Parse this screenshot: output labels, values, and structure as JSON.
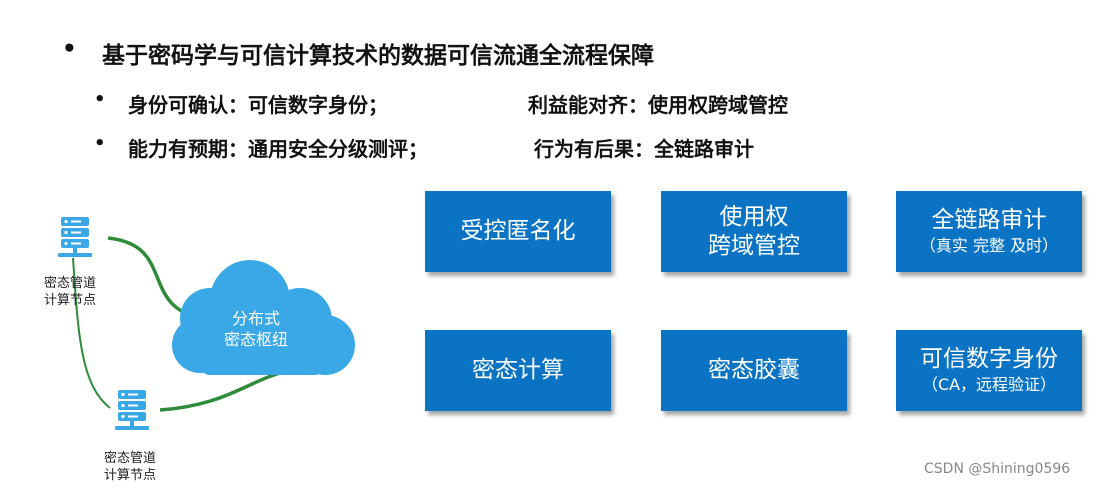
{
  "heading": {
    "bullet": "•",
    "text": "基于密码学与可信计算技术的数据可信流通全流程保障"
  },
  "points": [
    {
      "bullet": "•",
      "left": "身份可确认：可信数字身份；",
      "right": "利益能对齐：使用权跨域管控"
    },
    {
      "bullet": "•",
      "left": "能力有预期：通用安全分级测评；",
      "right": "行为有后果：全链路审计"
    }
  ],
  "diagram": {
    "node_top_label": [
      "密态管道",
      "计算节点"
    ],
    "node_bottom_label": [
      "密态管道",
      "计算节点"
    ],
    "cloud_label": [
      "分布式",
      "密态枢纽"
    ],
    "node_icon": "server-icon",
    "cloud_icon": "cloud-icon",
    "colors": {
      "server": "#3aa7e6",
      "cloud": "#3aa7e6",
      "link": "#2e8b3a",
      "box": "#0a73c4"
    }
  },
  "boxes": [
    {
      "line1": "受控匿名化",
      "line2": "",
      "note": ""
    },
    {
      "line1": "使用权",
      "line2": "跨域管控",
      "note": ""
    },
    {
      "line1": "全链路审计",
      "line2": "",
      "note": "（真实 完整 及时）"
    },
    {
      "line1": "密态计算",
      "line2": "",
      "note": ""
    },
    {
      "line1": "密态胶囊",
      "line2": "",
      "note": ""
    },
    {
      "line1": "可信数字身份",
      "line2": "",
      "note": "（CA，远程验证）"
    }
  ],
  "watermark": "CSDN @Shining0596"
}
